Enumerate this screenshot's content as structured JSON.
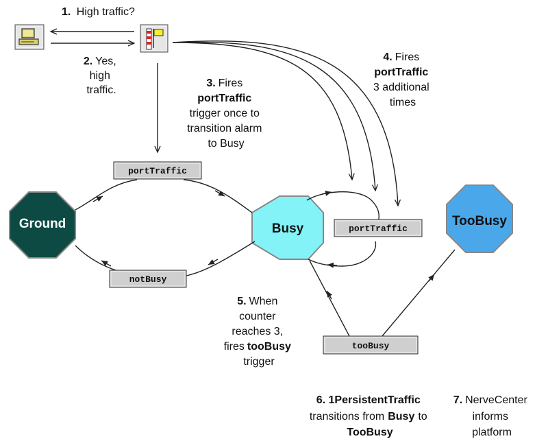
{
  "colors": {
    "ground": "#0d4a43",
    "busy": "#83f3f8",
    "toobusy": "#4aa8ea",
    "trigger_bg": "#cfcfcf",
    "lamp": "#f6f030",
    "flag": "#f6f030"
  },
  "icons": {
    "workstation": "computer-icon",
    "agent": "flag-pole-icon"
  },
  "states": {
    "ground": "Ground",
    "busy": "Busy",
    "toobusy": "TooBusy"
  },
  "triggers": {
    "port_traffic_top": "portTraffic",
    "port_traffic_loop": "portTraffic",
    "not_busy": "notBusy",
    "too_busy": "tooBusy"
  },
  "steps": {
    "s1": {
      "num": "1.",
      "text": "High traffic?"
    },
    "s2": {
      "num": "2.",
      "line1": "Yes,",
      "line2": "high",
      "line3": "traffic."
    },
    "s3": {
      "num": "3.",
      "line1": "Fires",
      "bold": "portTraffic",
      "line3": "trigger once to",
      "line4": "transition alarm",
      "line5": "to Busy"
    },
    "s4": {
      "num": "4.",
      "line1": "Fires",
      "bold": "portTraffic",
      "line3": "3 additional",
      "line4": "times"
    },
    "s5": {
      "num": "5.",
      "line1": "When",
      "line2": "counter",
      "line3": "reaches 3,",
      "line4a": "fires",
      "line4b": "tooBusy",
      "line5": "trigger"
    },
    "s6": {
      "head": "6. 1PersistentTraffic",
      "line2a": "transitions from",
      "line2b": "Busy",
      "line2c": "to",
      "line3": "TooBusy"
    },
    "s7": {
      "num": "7.",
      "line1": "NerveCenter",
      "line2": "informs",
      "line3": "platform"
    }
  }
}
